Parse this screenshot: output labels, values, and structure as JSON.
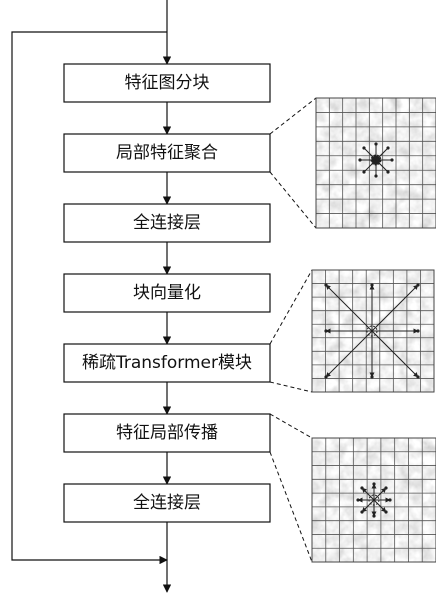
{
  "flow": {
    "steps": [
      "特征图分块",
      "局部特征聚合",
      "全连接层",
      "块向量化",
      "稀疏Transformer模块",
      "特征局部传播",
      "全连接层"
    ]
  },
  "illustrations": [
    {
      "pattern": "local-8-neighbour-arrows-to-center"
    },
    {
      "pattern": "sparse-long-range-arrows-from-center"
    },
    {
      "pattern": "local-8-neighbour-arrows-from-center"
    }
  ],
  "colors": {
    "stroke": "#111111",
    "texture_base": "#c8c8c8",
    "grid": "#555555"
  }
}
